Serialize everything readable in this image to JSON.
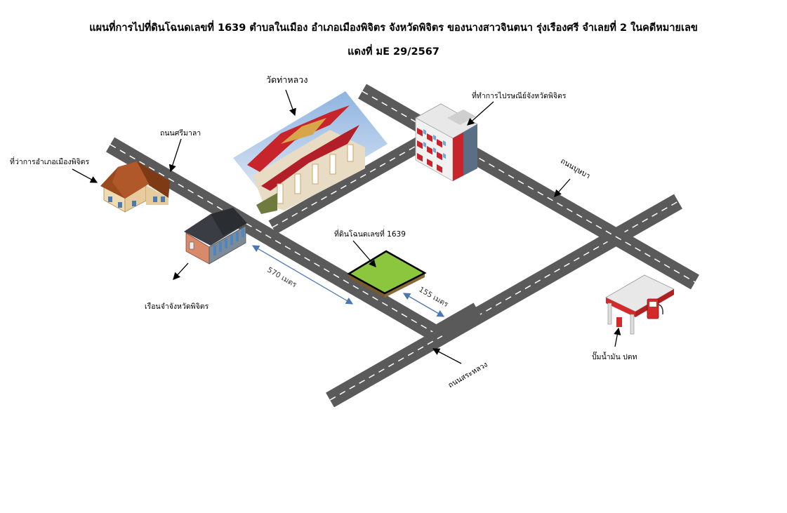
{
  "header": {
    "title_line1": "แผนที่การไปที่ดินโฉนดเลขที่ 1639 ตำบลในเมือง อำเภอเมืองพิจิตร จังหวัดพิจิตร ของนางสาวจินตนา รุ่งเรืองศรี จำเลยที่ 2 ในคดีหมายเลข",
    "title_line2": "แดงที่ มE 29/2567"
  },
  "landmarks": {
    "temple": "วัดท่าหลวง",
    "post_office": "ที่ทำการไปรษณีย์จังหวัดพิจิตร",
    "district_office": "ที่ว่าการอำเภอเมืองพิจิตร",
    "prison": "เรือนจำจังหวัดพิจิตร",
    "gas_station": "ปั๊มน้ำมัน ปตท",
    "land_plot": "ที่ดินโฉนดเลขที่ 1639"
  },
  "roads": {
    "si_mala": "ถนนศรีมาลา",
    "bucha": "ถนนบุษบา",
    "sa_luang": "ถนนสระหลวง"
  },
  "distances": {
    "to_plot": "570 เมตร",
    "plot_offset": "155 เมตร"
  },
  "colors": {
    "road": "#5a5a5a",
    "road_line": "#ffffff",
    "plot": "#8cc63f",
    "dimension_arrow": "#4a78b5",
    "brand_red": "#d42a2a"
  }
}
